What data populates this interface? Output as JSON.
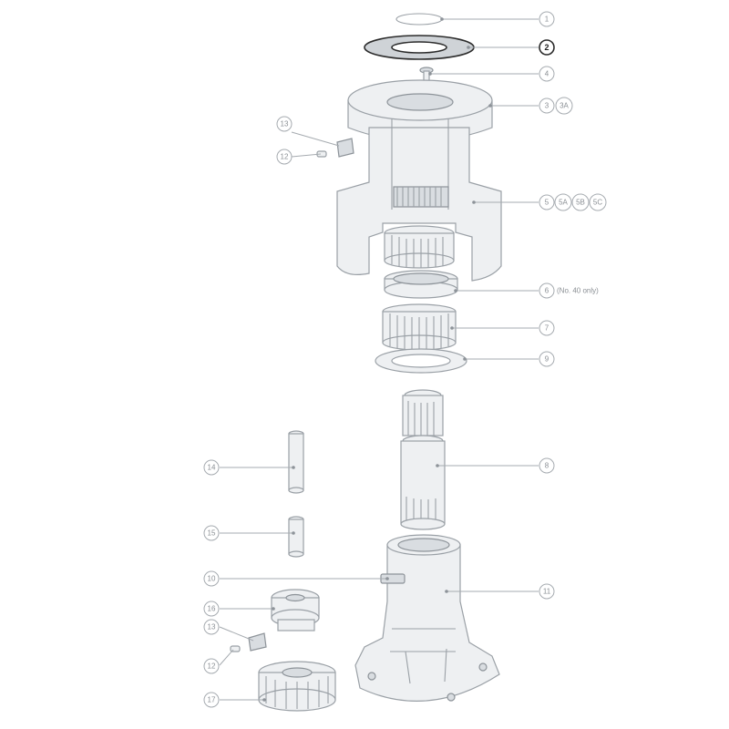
{
  "callouts": [
    {
      "id": "c1",
      "label": "1"
    },
    {
      "id": "c2",
      "label": "2",
      "highlight": true
    },
    {
      "id": "c4",
      "label": "4"
    },
    {
      "id": "c3",
      "label": "3"
    },
    {
      "id": "c3a",
      "label": "3A"
    },
    {
      "id": "c13a",
      "label": "13"
    },
    {
      "id": "c12a",
      "label": "12"
    },
    {
      "id": "c5",
      "label": "5"
    },
    {
      "id": "c5a",
      "label": "5A"
    },
    {
      "id": "c5b",
      "label": "5B"
    },
    {
      "id": "c5c",
      "label": "5C"
    },
    {
      "id": "c6",
      "label": "6"
    },
    {
      "id": "c7",
      "label": "7"
    },
    {
      "id": "c9",
      "label": "9"
    },
    {
      "id": "c8",
      "label": "8"
    },
    {
      "id": "c14",
      "label": "14"
    },
    {
      "id": "c15",
      "label": "15"
    },
    {
      "id": "c10",
      "label": "10"
    },
    {
      "id": "c11",
      "label": "11"
    },
    {
      "id": "c16",
      "label": "16"
    },
    {
      "id": "c13b",
      "label": "13"
    },
    {
      "id": "c12b",
      "label": "12"
    },
    {
      "id": "c17",
      "label": "17"
    }
  ],
  "notes": {
    "part6": "(No. 40 only)"
  },
  "colors": {
    "part_fill": "#eef0f2",
    "part_stroke": "#9aa0a6",
    "highlight_stroke": "#2b2b2b"
  }
}
